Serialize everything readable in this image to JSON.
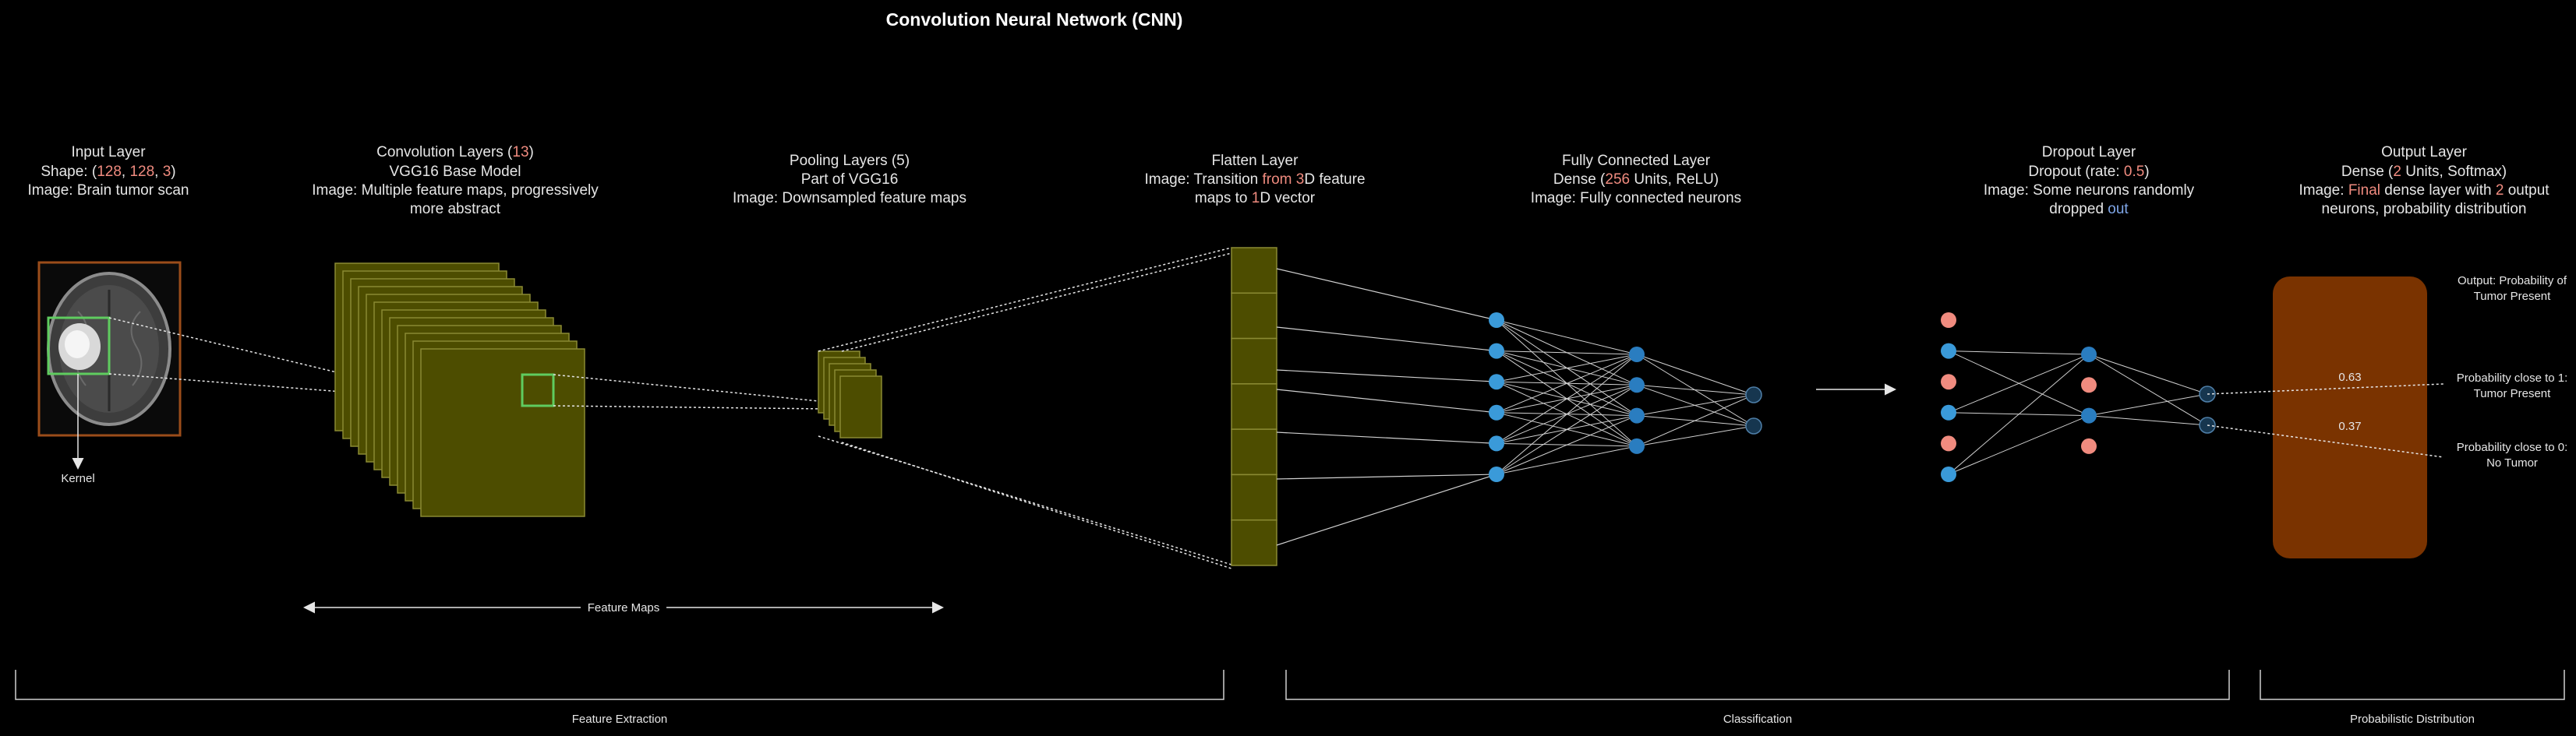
{
  "title": "Convolution Neural Network (CNN)",
  "colors": {
    "background": "#000000",
    "text": "#e6e6e6",
    "highlight_number": "#f08b7f",
    "highlight_word": "#7fa6e8",
    "feature_map": "#4d4d00",
    "feature_map_stroke": "#8a8a33",
    "neuron_active": "#3a9ad9",
    "neuron_dark": "#1f5c8c",
    "neuron_dropped": "#f08b7f",
    "output_box": "#7a3300",
    "kernel": "#5fcc5f",
    "input_border": "#9b4d1a"
  },
  "layers": {
    "input": {
      "line1": "Input Layer",
      "line2_pre": "Shape: (",
      "line2_a": "128",
      "line2_sep1": ", ",
      "line2_b": "128",
      "line2_sep2": ", ",
      "line2_c": "3",
      "line2_post": ")",
      "line3": "Image: Brain tumor scan",
      "kernel_label": "Kernel"
    },
    "conv": {
      "line1_pre": "Convolution Layers (",
      "line1_num": "13",
      "line1_post": ")",
      "line2": "VGG16 Base Model",
      "line3": "Image: Multiple feature maps, progressively",
      "line4": "more abstract"
    },
    "pool": {
      "line1": "Pooling Layers (5)",
      "line2": "Part of VGG16",
      "line3": "Image: Downsampled feature maps"
    },
    "flatten": {
      "line1": "Flatten Layer",
      "line2_a": "Image: Transition ",
      "line2_b": "from ",
      "line2_c": "3",
      "line2_d": "D feature",
      "line3_a": "maps to ",
      "line3_b": "1",
      "line3_c": "D vector"
    },
    "dense": {
      "line1": "Fully Connected Layer",
      "line2_pre": "Dense (",
      "line2_num": "256",
      "line2_post": " Units, ReLU)",
      "line3": "Image: Fully connected neurons"
    },
    "dropout": {
      "line1": "Dropout Layer",
      "line2_pre": "Dropout (rate: ",
      "line2_num": "0.5",
      "line2_post": ")",
      "line3": "Image: Some neurons randomly",
      "line4_a": "dropped ",
      "line4_b": "out"
    },
    "output": {
      "line1": "Output Layer",
      "line2_pre": "Dense (",
      "line2_num": "2",
      "line2_post": " Units, Softmax)",
      "line3_a": "Image: ",
      "line3_b": "Final",
      "line3_c": " dense layer with ",
      "line3_d": "2",
      "line3_e": " output",
      "line4": "neurons, probability distribution"
    }
  },
  "feature_maps_label": "Feature Maps",
  "output_annotations": {
    "top_line1": "Output: Probability of",
    "top_line2": "Tumor Present",
    "p1_value": "0.63",
    "p1_line1": "Probability close to 1:",
    "p1_line2": "Tumor Present",
    "p2_value": "0.37",
    "p2_line1": "Probability close to 0:",
    "p2_line2": "No Tumor"
  },
  "sections": {
    "feature_extraction": "Feature Extraction",
    "classification": "Classification",
    "probabilistic": "Probabilistic Distribution"
  },
  "network": {
    "layer1_neurons": 6,
    "layer2_neurons": 4,
    "layer3_neurons": 2,
    "flatten_cells": 7,
    "dropout_in_pattern": [
      "dropped",
      "active",
      "dropped",
      "active",
      "dropped",
      "active"
    ],
    "dropout_mid_pattern": [
      "active",
      "dropped",
      "active",
      "dropped"
    ],
    "dropout_out_neurons": 2,
    "conv_stack_count": 12,
    "pool_stack_count": 5
  }
}
